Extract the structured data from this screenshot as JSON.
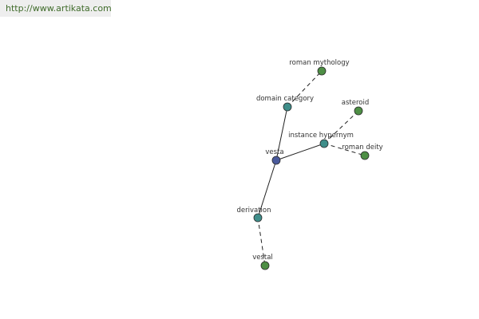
{
  "watermark": {
    "text": "http://www.artikata.com"
  },
  "colors": {
    "center_node": "#4a5a9c",
    "relation_node": "#3f8e8a",
    "leaf_node": "#4e8f45",
    "node_stroke": "#2a2a2a",
    "edge": "#222222",
    "label": "#333333",
    "watermark_bg": "#eeeeee",
    "watermark_text": "#3f6b2a"
  },
  "graph": {
    "nodes": [
      {
        "id": "vesta",
        "label": "vesta",
        "kind": "center"
      },
      {
        "id": "domain-category",
        "label": "domain category",
        "kind": "relation"
      },
      {
        "id": "instance-hypernym",
        "label": "instance hypernym",
        "kind": "relation"
      },
      {
        "id": "derivation",
        "label": "derivation",
        "kind": "relation"
      },
      {
        "id": "roman-mythology",
        "label": "roman mythology",
        "kind": "leaf"
      },
      {
        "id": "asteroid",
        "label": "asteroid",
        "kind": "leaf"
      },
      {
        "id": "roman-deity",
        "label": "roman deity",
        "kind": "leaf"
      },
      {
        "id": "vestal",
        "label": "vestal",
        "kind": "leaf"
      }
    ],
    "edges": [
      {
        "from": "vesta",
        "to": "domain-category",
        "style": "solid"
      },
      {
        "from": "vesta",
        "to": "instance-hypernym",
        "style": "solid"
      },
      {
        "from": "vesta",
        "to": "derivation",
        "style": "solid"
      },
      {
        "from": "domain-category",
        "to": "roman-mythology",
        "style": "dashed"
      },
      {
        "from": "instance-hypernym",
        "to": "asteroid",
        "style": "dashed"
      },
      {
        "from": "instance-hypernym",
        "to": "roman-deity",
        "style": "dashed"
      },
      {
        "from": "derivation",
        "to": "vestal",
        "style": "dashed"
      }
    ]
  }
}
